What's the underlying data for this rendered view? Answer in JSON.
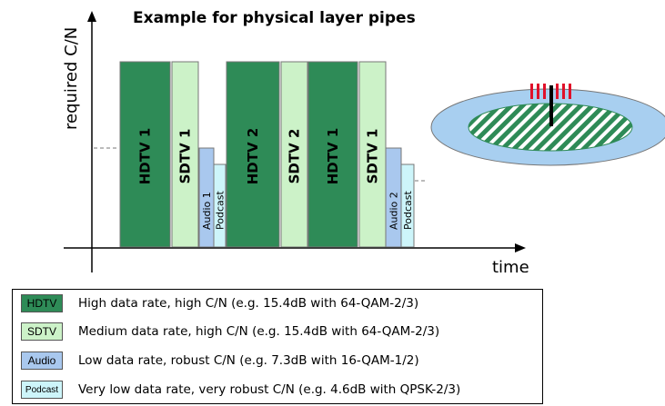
{
  "diagram": {
    "title": "Example for physical layer pipes",
    "y_axis_label": "required C/N",
    "x_axis_label": "time",
    "bars": [
      {
        "label": "HDTV 1",
        "type": "hdtv"
      },
      {
        "label": "SDTV 1",
        "type": "sdtv"
      },
      {
        "label": "Audio 1",
        "type": "audio"
      },
      {
        "label": "Podcast",
        "type": "podcast"
      },
      {
        "label": "HDTV 2",
        "type": "hdtv"
      },
      {
        "label": "SDTV 2",
        "type": "sdtv"
      },
      {
        "label": "HDTV 1",
        "type": "hdtv"
      },
      {
        "label": "SDTV 1",
        "type": "sdtv"
      },
      {
        "label": "Audio 2",
        "type": "audio"
      },
      {
        "label": "Podcast",
        "type": "podcast"
      }
    ]
  },
  "legend": {
    "items": [
      {
        "chip": "HDTV",
        "type": "hdtv",
        "description": "High data rate, high C/N (e.g. 15.4dB with 64-QAM-2/3)"
      },
      {
        "chip": "SDTV",
        "type": "sdtv",
        "description": "Medium data rate, high C/N (e.g. 15.4dB with 64-QAM-2/3)"
      },
      {
        "chip": "Audio",
        "type": "audio",
        "description": "Low data rate, robust C/N (e.g. 7.3dB with 16-QAM-1/2)"
      },
      {
        "chip": "Podcast",
        "type": "podcast",
        "description": "Very low data rate, very robust C/N (e.g. 4.6dB with QPSK-2/3)"
      }
    ]
  },
  "colors": {
    "hdtv": "#2e8b57",
    "sdtv": "#ccf2c8",
    "audio": "#a9c8ee",
    "podcast": "#cdf5fa",
    "coverage_outer": "#a8cff0",
    "coverage_stripe": "#2e8b57",
    "antenna": "#e0102a"
  }
}
